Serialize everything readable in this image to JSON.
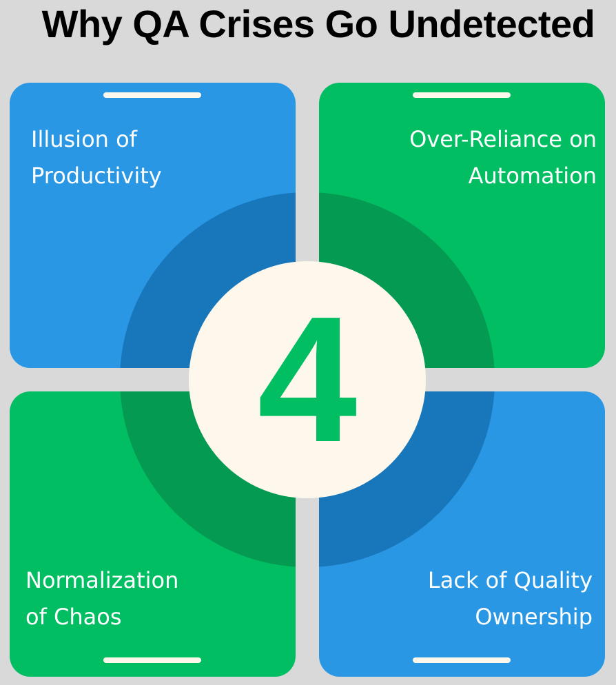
{
  "title": "Why QA Crises Go Undetected",
  "center": {
    "number": "4"
  },
  "panels": [
    {
      "line1": "Illusion of",
      "line2": "Productivity",
      "color": "#2997e3"
    },
    {
      "line1": "Over-Reliance on",
      "line2": "Automation",
      "color": "#02be63"
    },
    {
      "line1": "Normalization",
      "line2": "of Chaos",
      "color": "#02be63"
    },
    {
      "line1": "Lack of Quality",
      "line2": "Ownership",
      "color": "#2997e3"
    }
  ],
  "colors": {
    "background": "#d9d9d9",
    "blue": "#2997e3",
    "dark_blue": "#1876bb",
    "green": "#02be63",
    "dark_green": "#049a52",
    "cream": "#fdf7ec"
  }
}
